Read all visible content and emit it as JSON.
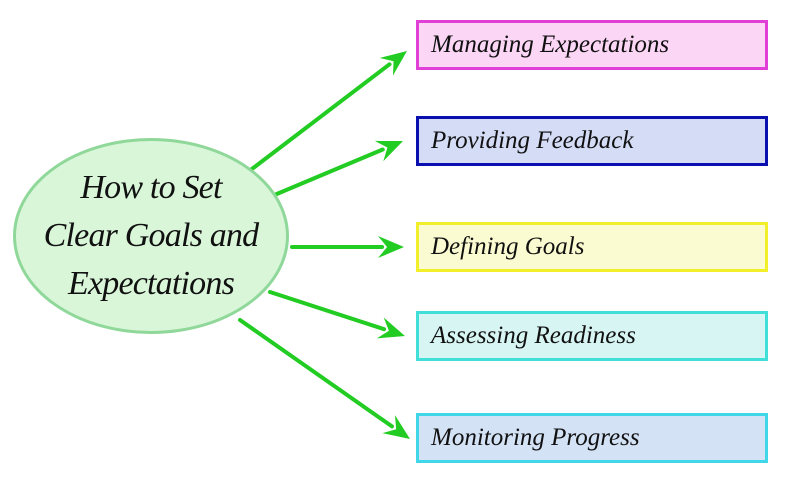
{
  "center": {
    "lines": [
      "How to Set",
      "Clear Goals and",
      "Expectations"
    ],
    "fill": "#d9f6d9",
    "border": "#8fd89a"
  },
  "arrow_color": "#22cc22",
  "items": [
    {
      "label": "Managing Expectations",
      "fill": "#fbd6f5",
      "border": "#e040d8"
    },
    {
      "label": "Providing Feedback",
      "fill": "#d4dcf6",
      "border": "#0a10b0"
    },
    {
      "label": "Defining Goals",
      "fill": "#fbfbd2",
      "border": "#f2ee2a"
    },
    {
      "label": "Assessing Readiness",
      "fill": "#d6f5f3",
      "border": "#40e0d8"
    },
    {
      "label": "Monitoring Progress",
      "fill": "#d4e2f6",
      "border": "#40d8e8"
    }
  ]
}
